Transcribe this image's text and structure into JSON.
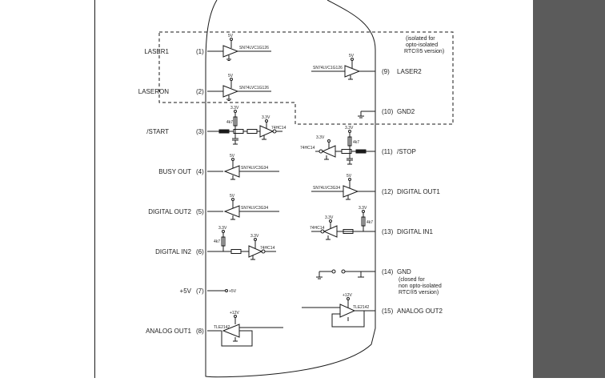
{
  "pins_left": [
    {
      "label": "LASER1",
      "pin": "(1)"
    },
    {
      "label": "LASERON",
      "pin": "(2)"
    },
    {
      "label": "/START",
      "pin": "(3)"
    },
    {
      "label": "BUSY OUT",
      "pin": "(4)"
    },
    {
      "label": "DIGITAL OUT2",
      "pin": "(5)"
    },
    {
      "label": "DIGITAL IN2",
      "pin": "(6)"
    },
    {
      "label": "+5V",
      "pin": "(7)"
    },
    {
      "label": "ANALOG OUT1",
      "pin": "(8)"
    }
  ],
  "pins_right": [
    {
      "pin": "(9)",
      "label": "LASER2"
    },
    {
      "pin": "(10)",
      "label": "GND2"
    },
    {
      "pin": "(11)",
      "label": "/STOP"
    },
    {
      "pin": "(12)",
      "label": "DIGITAL OUT1"
    },
    {
      "pin": "(13)",
      "label": "DIGITAL IN1"
    },
    {
      "pin": "(14)",
      "label": "GND"
    },
    {
      "pin": "(15)",
      "label": "ANALOG OUT2"
    }
  ],
  "chips": {
    "sn126": "SN74LVC1G126",
    "sn34": "SN74LVC3G34",
    "hc14": "74HC14",
    "tle": "TLE2142"
  },
  "power": {
    "v5": "5V",
    "v33": "3.3V",
    "plus5": "+5V",
    "plus12": "+12V"
  },
  "resistor": "4k7",
  "notes": {
    "isolated": [
      "(isolated for",
      "opto-isolated",
      "RTC®5 version)"
    ],
    "closed": [
      "(closed for",
      "non opto-isolated",
      "RTC®5 version)"
    ]
  }
}
